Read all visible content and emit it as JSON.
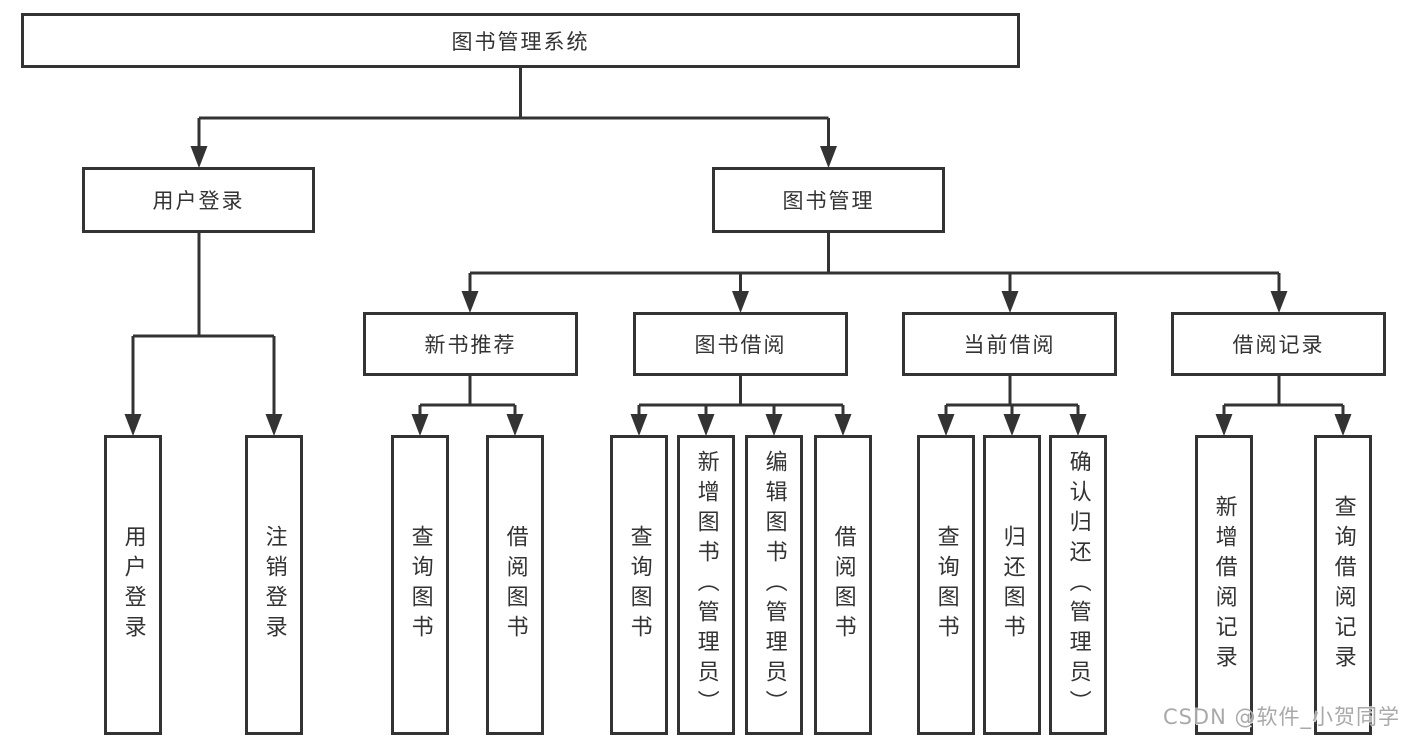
{
  "theme": {
    "line_color": "#333333",
    "text_color": "#333333",
    "box_background": "#ffffff",
    "page_background": "#ffffff",
    "watermark_color": "#a9a9a9"
  },
  "diagram": {
    "root": {
      "label": "图书管理系统",
      "children": [
        {
          "label": "用户登录",
          "children": [
            {
              "label": "用户登录"
            },
            {
              "label": "注销登录"
            }
          ]
        },
        {
          "label": "图书管理",
          "children": [
            {
              "label": "新书推荐",
              "children": [
                {
                  "label": "查询图书"
                },
                {
                  "label": "借阅图书"
                }
              ]
            },
            {
              "label": "图书借阅",
              "children": [
                {
                  "label": "查询图书"
                },
                {
                  "label": "新增图书（管理员）"
                },
                {
                  "label": "编辑图书（管理员）"
                },
                {
                  "label": "借阅图书"
                }
              ]
            },
            {
              "label": "当前借阅",
              "children": [
                {
                  "label": "查询图书"
                },
                {
                  "label": "归还图书"
                },
                {
                  "label": "确认归还（管理员）"
                }
              ]
            },
            {
              "label": "借阅记录",
              "children": [
                {
                  "label": "新增借阅记录"
                },
                {
                  "label": "查询借阅记录"
                }
              ]
            }
          ]
        }
      ]
    }
  },
  "watermark": {
    "text": "CSDN @软件_小贺同学"
  }
}
